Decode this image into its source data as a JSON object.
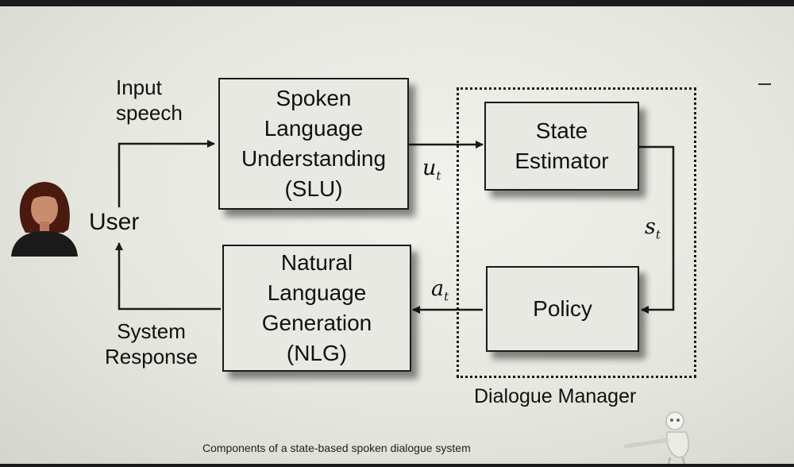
{
  "diagram": {
    "boxes": {
      "slu": [
        "Spoken",
        "Language",
        "Understanding",
        "(SLU)"
      ],
      "state_estimator": [
        "State",
        "Estimator"
      ],
      "nlg": [
        "Natural",
        "Language",
        "Generation",
        "(NLG)"
      ],
      "policy": [
        "Policy"
      ]
    },
    "labels": {
      "input_speech": [
        "Input",
        "speech"
      ],
      "user": "User",
      "system_response": [
        "System",
        "Response"
      ],
      "dialogue_manager": "Dialogue Manager"
    },
    "variables": {
      "u": {
        "base": "u",
        "sub": "t"
      },
      "s": {
        "base": "s",
        "sub": "t"
      },
      "a": {
        "base": "a",
        "sub": "t"
      }
    },
    "caption": "Components of a state-based spoken dialogue system"
  },
  "colors": {
    "line": "#1a1a1a",
    "box_fill": "#e9e9e3",
    "slide_bg": "#ecece6"
  },
  "icons": [
    "user-avatar-icon",
    "robot-icon"
  ]
}
